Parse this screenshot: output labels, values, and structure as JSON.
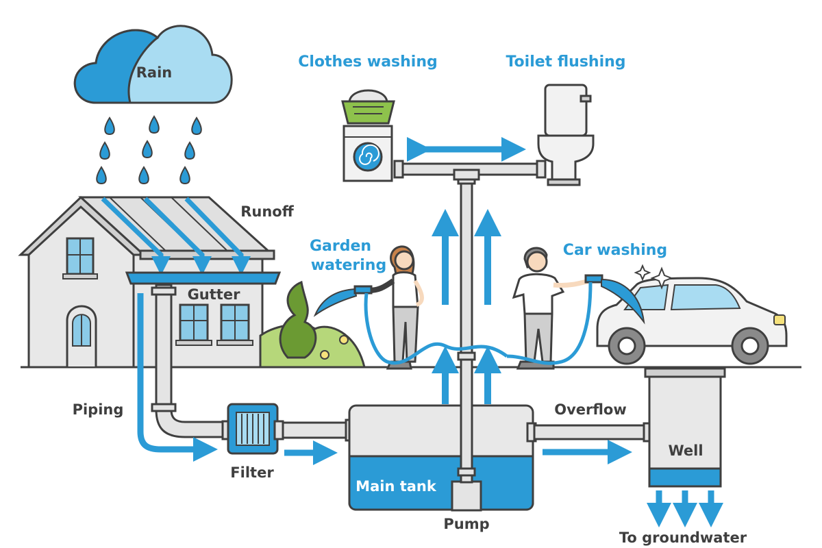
{
  "labels": {
    "rain": "Rain",
    "runoff": "Runoff",
    "gutter": "Gutter",
    "piping": "Piping",
    "filter": "Filter",
    "main_tank": "Main tank",
    "pump": "Pump",
    "overflow": "Overflow",
    "well": "Well",
    "to_groundwater": "To groundwater",
    "clothes_washing": "Clothes washing",
    "toilet_flushing": "Toilet flushing",
    "garden_watering_1": "Garden",
    "garden_watering_2": "watering",
    "car_washing": "Car washing"
  },
  "colors": {
    "water_blue": "#2b9bd6",
    "light_blue": "#a9dcf2",
    "outline": "#3f3f3f",
    "house_gray": "#e6e6e6",
    "plant_green": "#8ec24c",
    "dark_green": "#6b9a33"
  }
}
